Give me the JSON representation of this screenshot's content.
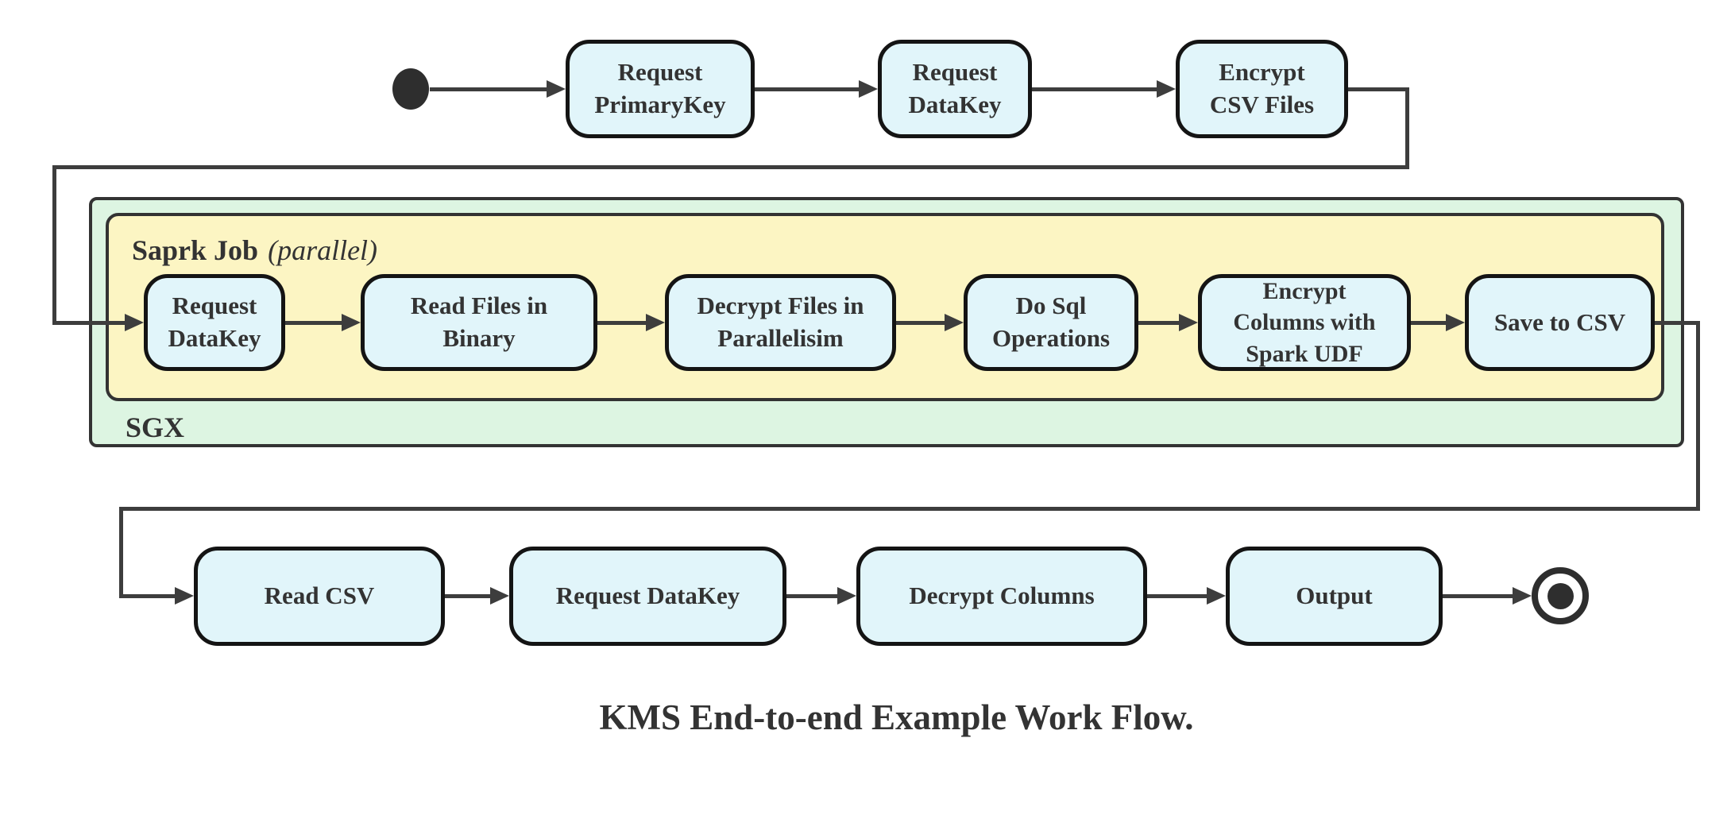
{
  "diagram": {
    "caption": "KMS End-to-end Example Work Flow.",
    "containers": {
      "sgx": {
        "label": "SGX"
      },
      "spark_job": {
        "label": "Saprk Job",
        "qualifier": "(parallel)"
      }
    },
    "nodes": {
      "top": [
        {
          "label": "Request\nPrimaryKey"
        },
        {
          "label": "Request\nDataKey"
        },
        {
          "label": "Encrypt\nCSV Files"
        }
      ],
      "middle": [
        {
          "label": "Request\nDataKey"
        },
        {
          "label": "Read Files in\nBinary"
        },
        {
          "label": "Decrypt Files in\nParallelisim"
        },
        {
          "label": "Do Sql\nOperations"
        },
        {
          "label": "Encrypt\nColumns with\nSpark UDF"
        },
        {
          "label": "Save to CSV"
        }
      ],
      "bottom": [
        {
          "label": "Read CSV"
        },
        {
          "label": "Request DataKey"
        },
        {
          "label": "Decrypt Columns"
        },
        {
          "label": "Output"
        }
      ]
    },
    "colors": {
      "node_fill": "#e1f5fa",
      "node_border": "#141414",
      "spark_fill": "#fcf5c3",
      "sgx_fill": "#ddf5e2",
      "container_border": "#333333",
      "edge": "#3d3d3d",
      "text": "#333333",
      "start_end": "#2e2e2e"
    }
  }
}
